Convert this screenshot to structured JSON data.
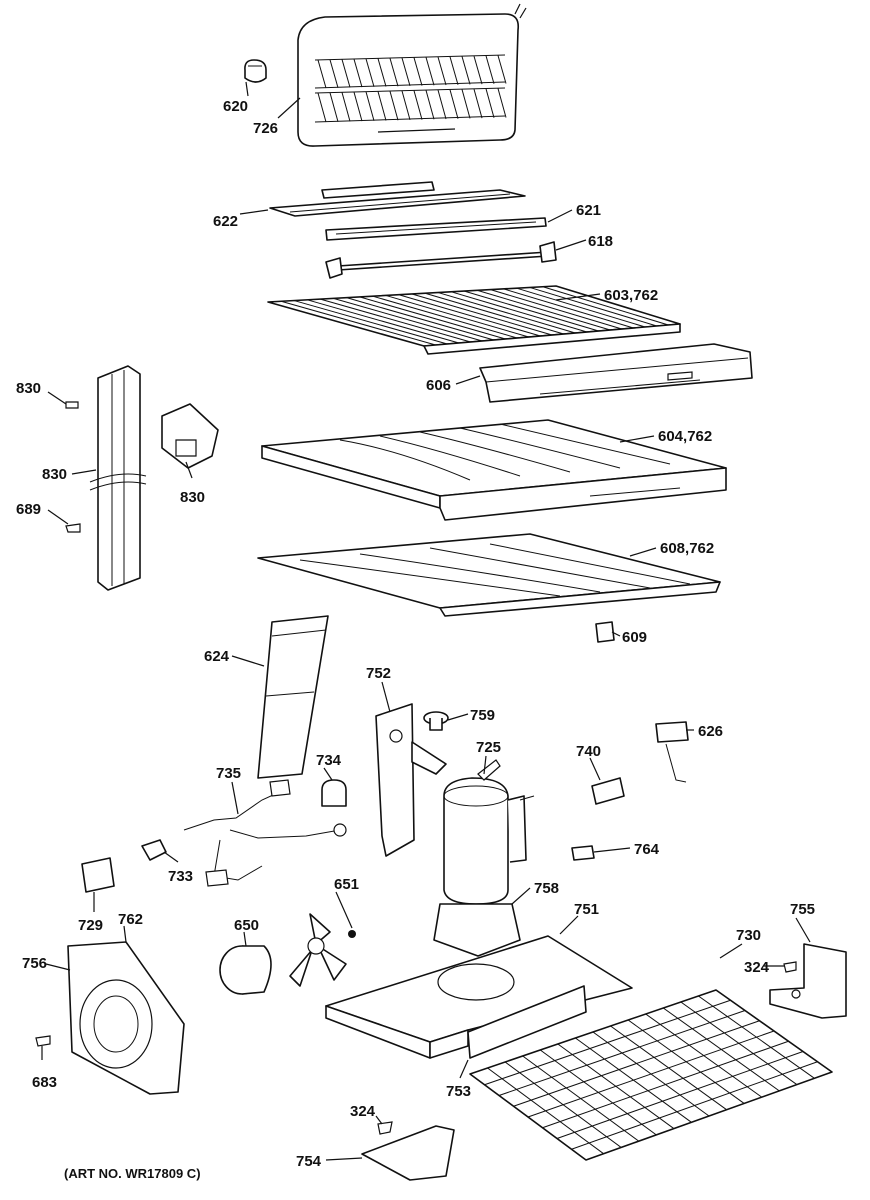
{
  "diagram": {
    "labels": {
      "p620": "620",
      "p726": "726",
      "p622": "622",
      "p621": "621",
      "p618": "618",
      "p603_762": "603,762",
      "p606": "606",
      "p830a": "830",
      "p830b": "830",
      "p830c": "830",
      "p689": "689",
      "p604_762": "604,762",
      "p608_762": "608,762",
      "p609": "609",
      "p624": "624",
      "p752": "752",
      "p759": "759",
      "p725": "725",
      "p740": "740",
      "p626": "626",
      "p735": "735",
      "p734": "734",
      "p764": "764",
      "p733": "733",
      "p729": "729",
      "p762": "762",
      "p651": "651",
      "p758": "758",
      "p751": "751",
      "p755": "755",
      "p730": "730",
      "p756": "756",
      "p650": "650",
      "p324a": "324",
      "p683": "683",
      "p753": "753",
      "p324b": "324",
      "p754": "754"
    },
    "art_number": "(ART NO. WR17809 C)"
  }
}
